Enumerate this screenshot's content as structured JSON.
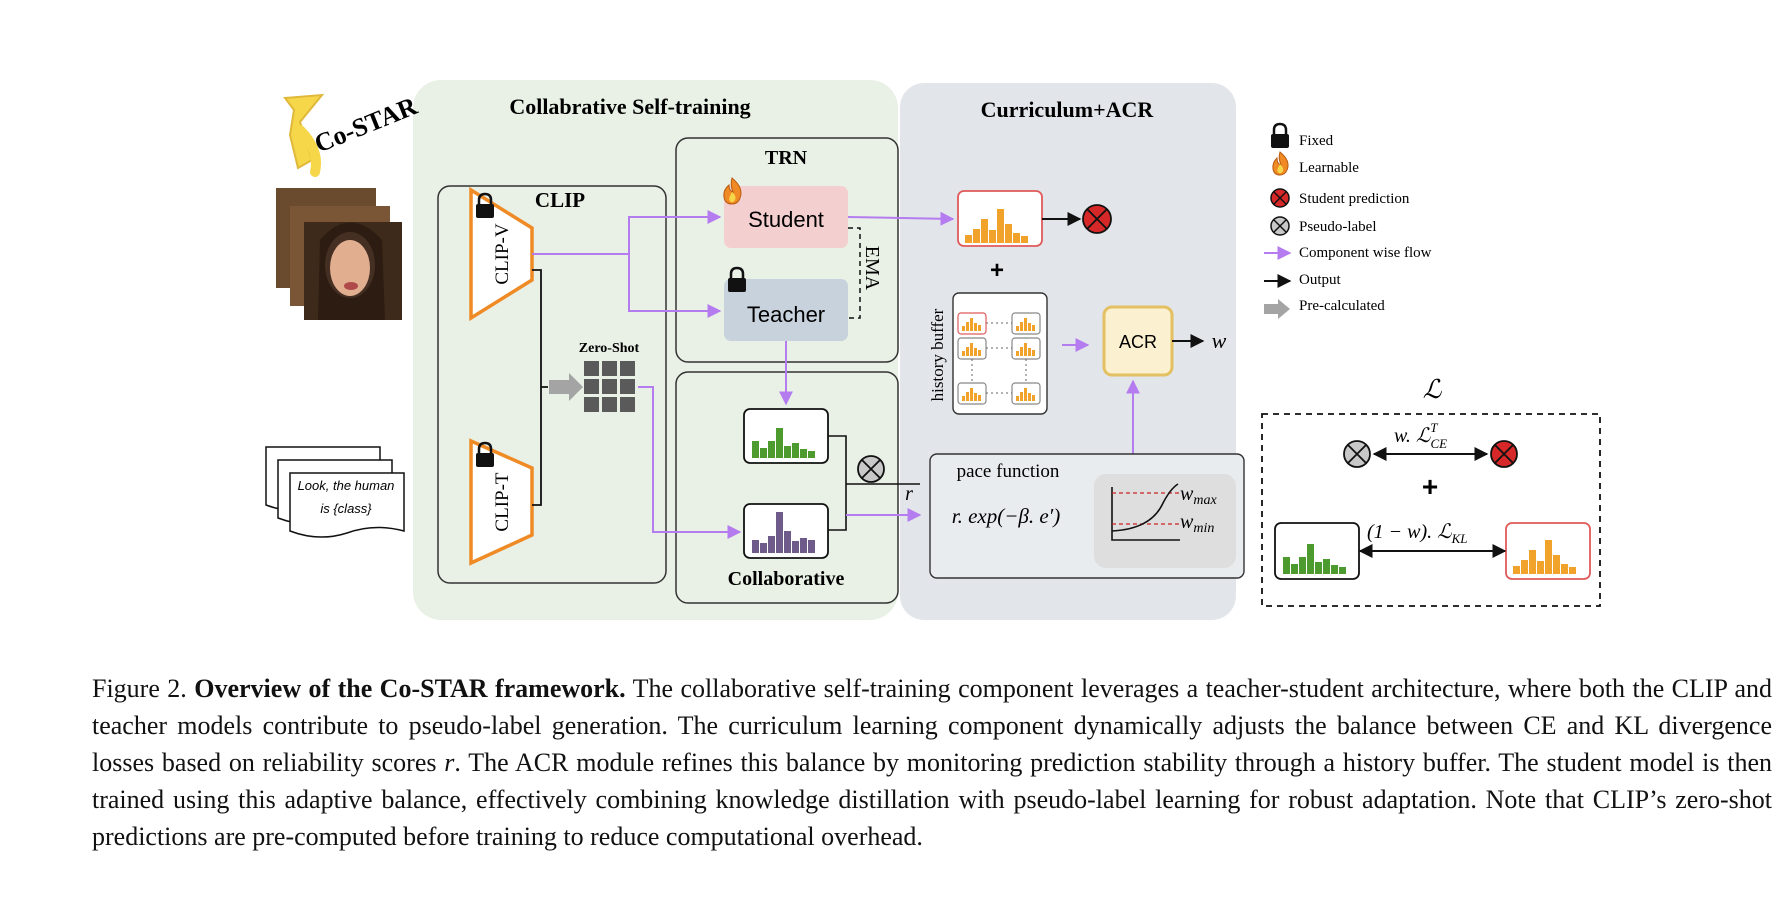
{
  "figure": {
    "logo_text": "Co-STAR",
    "panel_collab_title": "Collabrative Self-training",
    "panel_curriculum_title": "Curriculum+ACR",
    "clip_box_title": "CLIP",
    "clip_v_label": "CLIP-V",
    "clip_t_label": "CLIP-T",
    "zero_shot_label": "Zero-Shot",
    "trn_title": "TRN",
    "student_label": "Student",
    "teacher_label": "Teacher",
    "ema_label": "EMA",
    "collaborative_label": "Collaborative",
    "prompt_text_line1": "Look, the human",
    "prompt_text_line2": "is {class}",
    "history_buffer_label": "history buffer",
    "acr_label": "ACR",
    "w_output": "w",
    "plus_sign": "+",
    "r_label": "r",
    "pace_function_title": "pace function",
    "pace_formula": "r. exp(−β. e′)",
    "w_max_label": "w",
    "w_max_sub": "max",
    "w_min_label": "w",
    "w_min_sub": "min",
    "loss_symbol": "ℒ",
    "loss_ce_term": "w. ℒ",
    "loss_ce_sup": "T",
    "loss_ce_sub": "CE",
    "loss_kl_term": "(1 − w). ℒ",
    "loss_kl_sub": "KL",
    "legend": {
      "fixed": "Fixed",
      "learnable": "Learnable",
      "student_prediction": "Student prediction",
      "pseudo_label": "Pseudo-label",
      "component_flow": "Component wise flow",
      "output": "Output",
      "pre_calculated": "Pre-calculated"
    },
    "colors": {
      "collab_panel_bg": "#e9f1e6",
      "curriculum_panel_bg": "#e2e6ea",
      "student_fill": "#f4cfcf",
      "teacher_fill": "#c8d2dc",
      "flow_arrow": "#b57cf0",
      "clip_orange": "#ef8a25",
      "bar_orange": "#f0a22b",
      "bar_green": "#4d9b2f",
      "bar_purple": "#6e5b8a",
      "acr_fill": "#fbf0cf",
      "acr_stroke": "#e3c062",
      "red_node": "#d62828"
    },
    "icons": [
      "star-logo-icon",
      "lock-icon",
      "flame-icon",
      "cross-circle-icon"
    ]
  },
  "caption": {
    "prefix": "Figure 2.",
    "lead": "Overview of the Co-STAR framework.",
    "body_1": "The collaborative self-training component leverages a teacher-student architecture, where both the CLIP and teacher models contribute to pseudo-label generation. The curriculum learning component dynamically adjusts the balance between CE and KL divergence losses based on reliability scores",
    "body_r": "r",
    "body_2": ". The ACR module refines this balance by monitoring prediction stability through a history buffer. The student model is then trained using this adaptive balance, effectively combining knowledge distillation with pseudo-label learning for robust adaptation. Note that CLIP’s zero-shot predictions are pre-computed before training to reduce computational overhead."
  }
}
